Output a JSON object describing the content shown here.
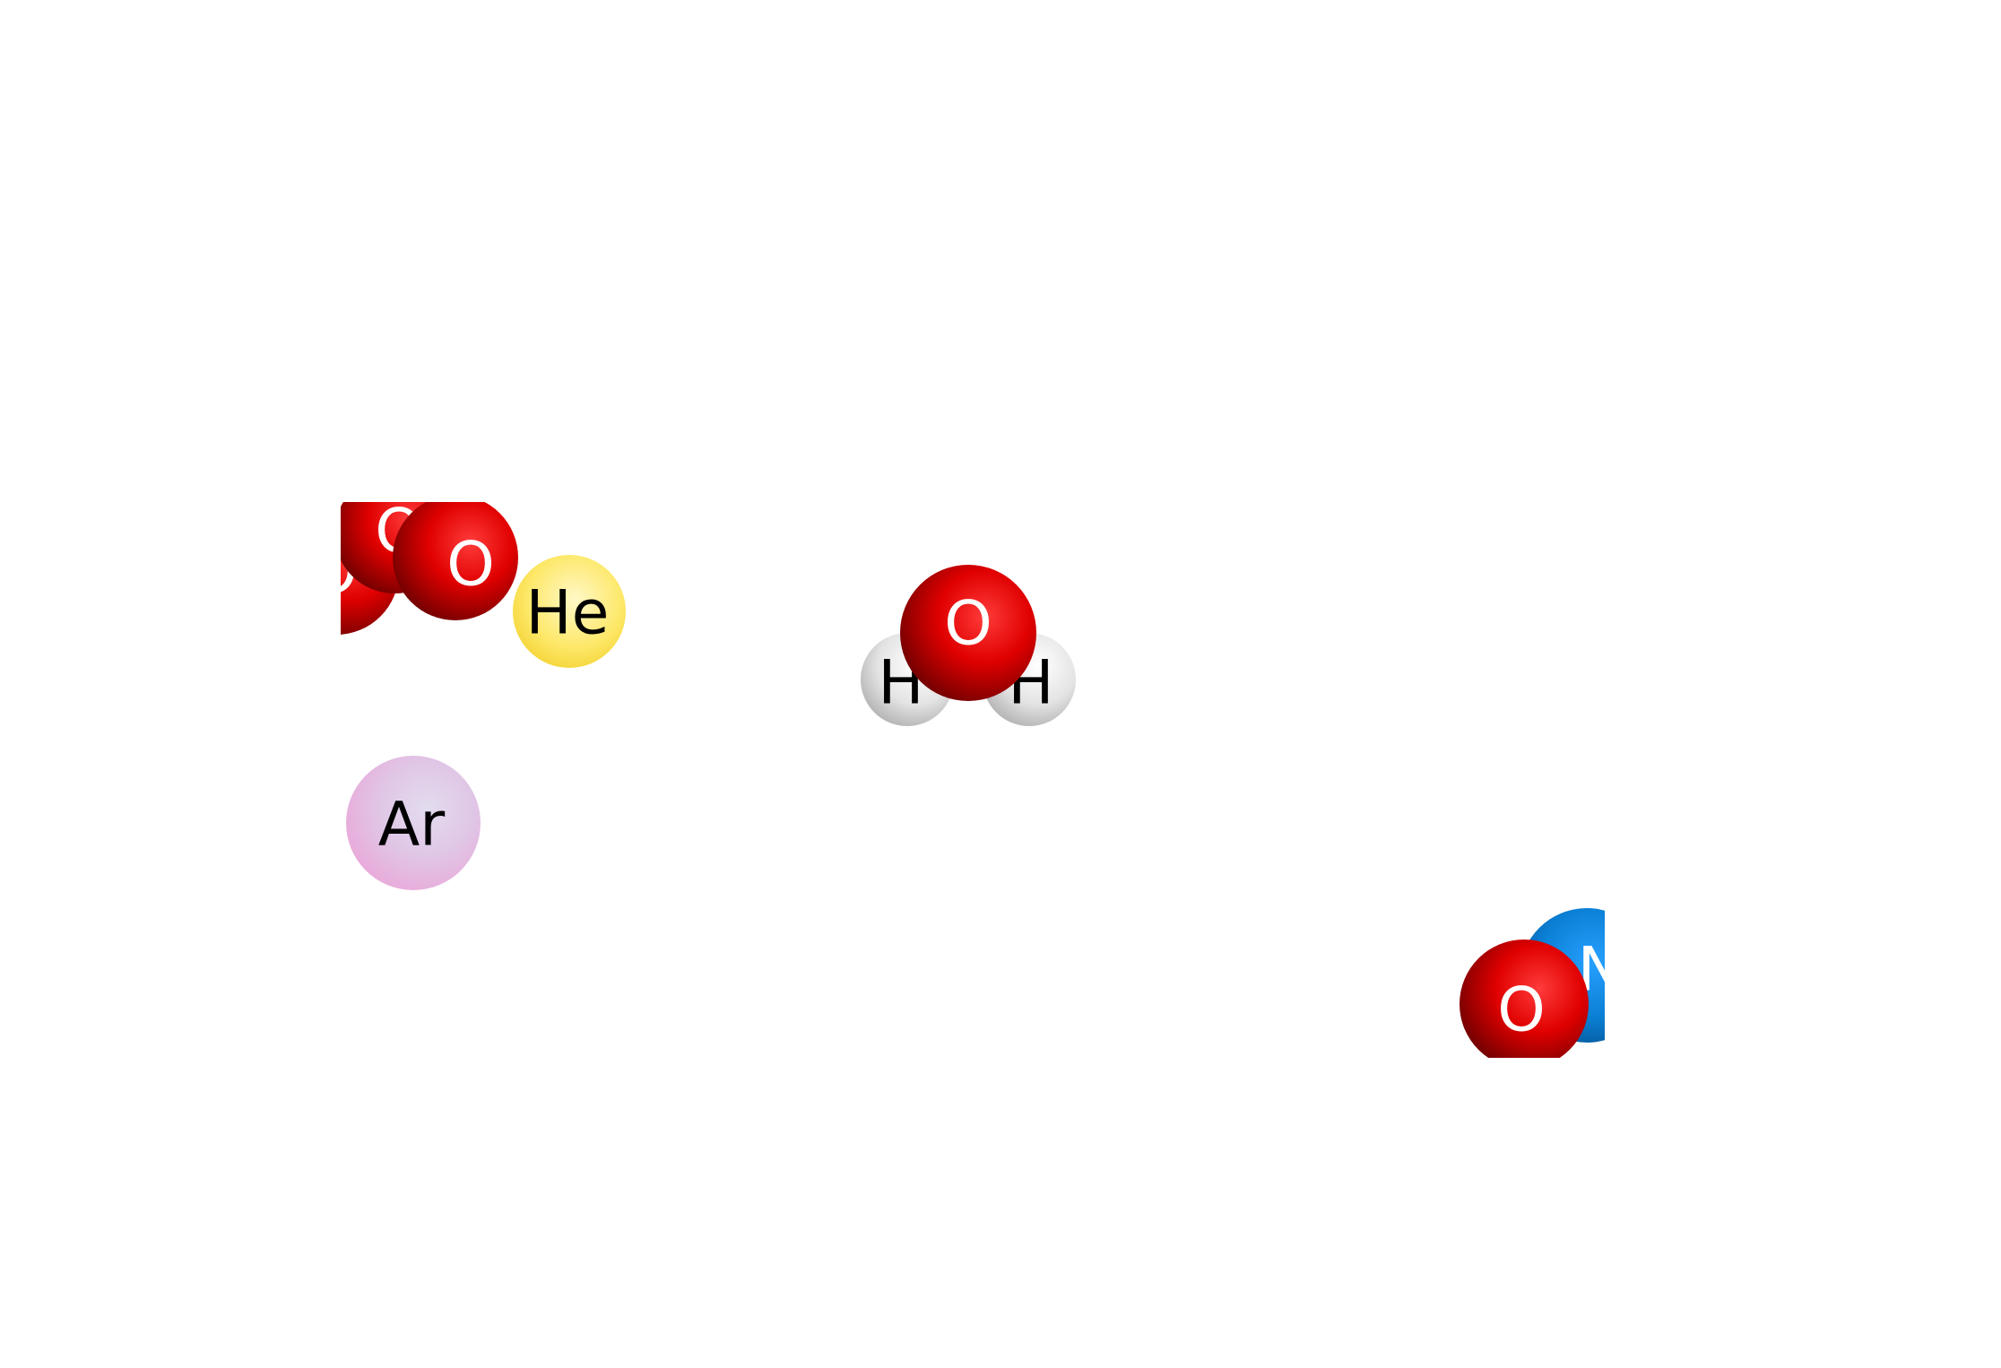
{
  "colors": {
    "background": "#ffffff",
    "oxygen": "#d40000",
    "hydrogen": "#e0e0e0",
    "helium": "#fde45a",
    "argon": "#e8b4df",
    "nitrogen": "#0a7fd4"
  },
  "molecules": {
    "ozone": {
      "atoms": [
        {
          "element": "oxygen",
          "label": "O"
        },
        {
          "element": "oxygen",
          "label": "O"
        },
        {
          "element": "oxygen",
          "label": "O"
        }
      ]
    },
    "helium": {
      "atoms": [
        {
          "element": "helium",
          "label": "He"
        }
      ]
    },
    "argon": {
      "atoms": [
        {
          "element": "argon",
          "label": "Ar"
        }
      ]
    },
    "water": {
      "atoms": [
        {
          "element": "oxygen",
          "label": "O"
        },
        {
          "element": "hydrogen",
          "label": "H"
        },
        {
          "element": "hydrogen",
          "label": "H"
        }
      ]
    },
    "nitric_oxide": {
      "atoms": [
        {
          "element": "nitrogen",
          "label": "N"
        },
        {
          "element": "oxygen",
          "label": "O"
        }
      ]
    }
  }
}
